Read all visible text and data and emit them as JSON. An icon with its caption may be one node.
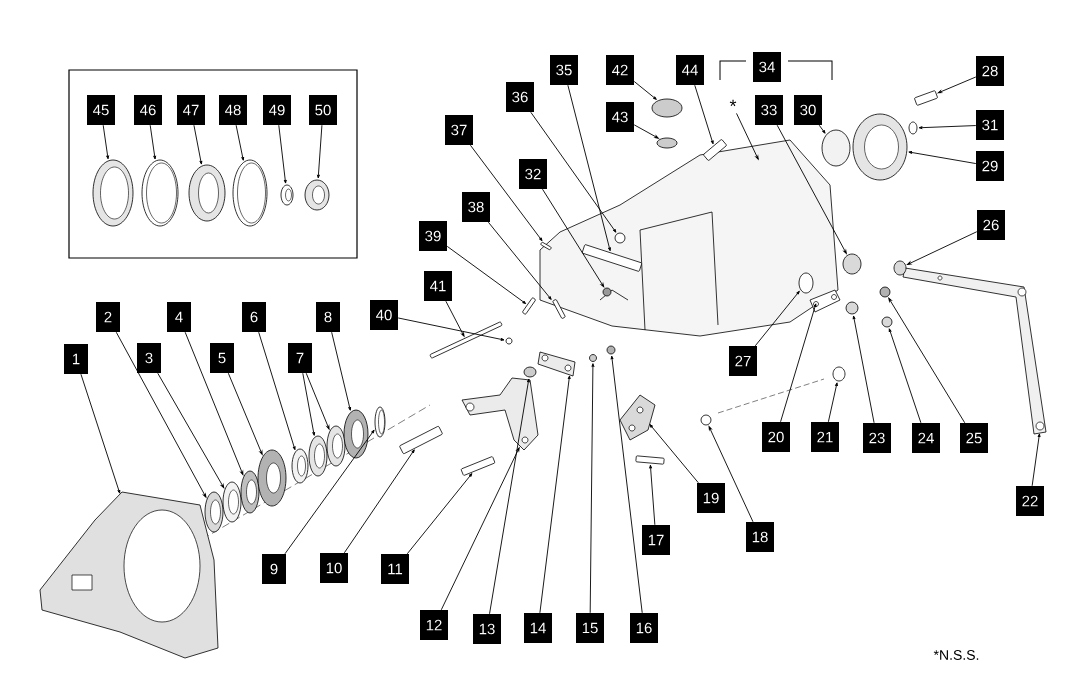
{
  "diagram": {
    "nodes": [
      {
        "text": [],
        "shape": "box"
      },
      {
        "text": [
          "45"
        ],
        "in": 0
      },
      {
        "text": [
          "46"
        ],
        "in": 0
      },
      {
        "text": [
          "47"
        ],
        "in": 0
      },
      {
        "text": [
          "48"
        ],
        "in": 0
      },
      {
        "text": [
          "49"
        ],
        "in": 0
      },
      {
        "text": [
          "50"
        ],
        "in": 0
      },
      {
        "text": [
          "1"
        ]
      },
      {
        "text": [
          "2"
        ]
      },
      {
        "text": [
          "3"
        ]
      },
      {
        "text": [
          "4"
        ]
      },
      {
        "text": [
          "5"
        ]
      },
      {
        "text": [
          "6"
        ]
      },
      {
        "text": [
          "7"
        ]
      },
      {
        "text": [
          "8"
        ]
      },
      {
        "text": [
          "9"
        ]
      },
      {
        "text": [
          "10"
        ]
      },
      {
        "text": [
          "11"
        ]
      },
      {
        "text": [
          "12"
        ]
      },
      {
        "text": [
          "13"
        ]
      },
      {
        "text": [
          "14"
        ]
      },
      {
        "text": [
          "15"
        ]
      },
      {
        "text": [
          "16"
        ]
      },
      {
        "text": [
          "17"
        ]
      },
      {
        "text": [
          "18"
        ]
      },
      {
        "text": [
          "19"
        ]
      },
      {
        "text": [
          "20"
        ]
      },
      {
        "text": [
          "21"
        ]
      },
      {
        "text": [
          "22"
        ]
      },
      {
        "text": [
          "23"
        ]
      },
      {
        "text": [
          "24"
        ]
      },
      {
        "text": [
          "25"
        ]
      },
      {
        "text": [
          "26"
        ]
      },
      {
        "text": [
          "27"
        ]
      },
      {
        "text": [
          "28"
        ]
      },
      {
        "text": [
          "29"
        ]
      },
      {
        "text": [
          "30"
        ]
      },
      {
        "text": [
          "31"
        ]
      },
      {
        "text": [
          "32"
        ]
      },
      {
        "text": [
          "33"
        ]
      },
      {
        "text": [
          "34"
        ]
      },
      {
        "text": [
          "35"
        ]
      },
      {
        "text": [
          "36"
        ]
      },
      {
        "text": [
          "37"
        ]
      },
      {
        "text": [
          "38"
        ]
      },
      {
        "text": [
          "39"
        ]
      },
      {
        "text": [
          "40"
        ]
      },
      {
        "text": [
          "41"
        ]
      },
      {
        "text": [
          "42"
        ]
      },
      {
        "text": [
          "43"
        ]
      },
      {
        "text": [
          "44"
        ]
      },
      {
        "text": [
          "*"
        ]
      },
      {
        "text": [],
        "shape": "picture",
        "in": 0
      },
      {
        "text": [],
        "shape": "picture",
        "in": 0
      },
      {
        "text": [],
        "shape": "picture",
        "in": 0
      },
      {
        "text": [],
        "shape": "picture",
        "in": 0
      },
      {
        "text": [],
        "shape": "picture",
        "in": 0
      },
      {
        "text": [],
        "shape": "picture",
        "in": 0
      },
      {
        "text": [],
        "shape": "picture"
      },
      {
        "text": [],
        "shape": "picture"
      },
      {
        "text": [],
        "shape": "picture"
      },
      {
        "text": [],
        "shape": "picture"
      },
      {
        "text": [],
        "shape": "picture"
      },
      {
        "text": [],
        "shape": "picture"
      },
      {
        "text": [],
        "shape": "picture"
      },
      {
        "text": [],
        "shape": "picture"
      },
      {
        "text": [],
        "shape": "picture"
      },
      {
        "text": [],
        "shape": "picture"
      },
      {
        "text": [],
        "shape": "bar"
      },
      {
        "text": [],
        "shape": "bar"
      },
      {
        "text": [],
        "shape": "picture"
      },
      {
        "text": [],
        "shape": "circle"
      },
      {
        "text": [],
        "shape": "picture"
      },
      {
        "text": [],
        "shape": "circle"
      },
      {
        "text": [],
        "shape": "circle"
      },
      {
        "text": [],
        "shape": "bar"
      },
      {
        "text": [],
        "shape": "circle"
      },
      {
        "text": [],
        "shape": "picture"
      },
      {
        "text": [],
        "shape": "picture"
      },
      {
        "text": [],
        "shape": "circle"
      },
      {
        "text": [],
        "shape": "picture"
      },
      {
        "text": [],
        "shape": "circle"
      },
      {
        "text": [],
        "shape": "circle"
      },
      {
        "text": [],
        "shape": "circle"
      },
      {
        "text": [],
        "shape": "circle"
      },
      {
        "text": [],
        "shape": "circle",
        "in": 102
      },
      {
        "text": [],
        "shape": "bar"
      },
      {
        "text": [],
        "shape": "picture"
      },
      {
        "text": [],
        "shape": "circle"
      },
      {
        "text": [],
        "shape": "circle"
      },
      {
        "text": [],
        "shape": "circle",
        "in": 102
      },
      {
        "text": [],
        "shape": "circle"
      },
      {
        "text": [],
        "shape": "bar",
        "in": 102
      },
      {
        "text": [],
        "shape": "circle",
        "in": 102
      },
      {
        "text": [],
        "shape": "bar",
        "in": 102
      },
      {
        "text": [],
        "shape": "bar"
      },
      {
        "text": [],
        "shape": "bar"
      },
      {
        "text": [],
        "shape": "circle"
      },
      {
        "text": [],
        "shape": "bar"
      },
      {
        "text": [],
        "shape": "circle"
      },
      {
        "text": [],
        "shape": "circle"
      },
      {
        "text": [],
        "shape": "bar"
      },
      {
        "text": [],
        "shape": "picture"
      }
    ],
    "edges": [
      {
        "from": 1,
        "to": 52,
        "arrow": "to"
      },
      {
        "from": 2,
        "to": 53,
        "arrow": "to"
      },
      {
        "from": 3,
        "to": 54,
        "arrow": "to"
      },
      {
        "from": 4,
        "to": 55,
        "arrow": "to"
      },
      {
        "from": 5,
        "to": 56,
        "arrow": "to"
      },
      {
        "from": 6,
        "to": 57,
        "arrow": "to"
      },
      {
        "from": 7,
        "to": 58,
        "arrow": "to"
      },
      {
        "from": 8,
        "to": 59,
        "arrow": "to"
      },
      {
        "from": 9,
        "to": 60,
        "arrow": "to"
      },
      {
        "from": 10,
        "to": 61,
        "arrow": "to"
      },
      {
        "from": 11,
        "to": 62,
        "arrow": "to"
      },
      {
        "from": 12,
        "to": 63,
        "arrow": "to"
      },
      {
        "from": 13,
        "to": 64,
        "arrow": "to"
      },
      {
        "from": 13,
        "to": 65,
        "arrow": "to"
      },
      {
        "from": 14,
        "to": 66,
        "arrow": "to"
      },
      {
        "from": 15,
        "to": 67,
        "arrow": "to"
      },
      {
        "from": 16,
        "to": 68,
        "arrow": "to"
      },
      {
        "from": 17,
        "to": 69,
        "arrow": "to"
      },
      {
        "from": 18,
        "to": 70,
        "arrow": "to"
      },
      {
        "from": 19,
        "to": 71,
        "arrow": "to"
      },
      {
        "from": 20,
        "to": 72,
        "arrow": "to"
      },
      {
        "from": 21,
        "to": 73,
        "arrow": "to"
      },
      {
        "from": 22,
        "to": 74,
        "arrow": "to"
      },
      {
        "from": 23,
        "to": 75,
        "arrow": "to"
      },
      {
        "from": 24,
        "to": 76,
        "arrow": "to"
      },
      {
        "from": 25,
        "to": 77,
        "arrow": "to"
      },
      {
        "from": 26,
        "to": 78,
        "arrow": "to"
      },
      {
        "from": 27,
        "to": 79,
        "arrow": "to"
      },
      {
        "from": 28,
        "to": 80,
        "arrow": "to"
      },
      {
        "from": 29,
        "to": 81,
        "arrow": "to"
      },
      {
        "from": 30,
        "to": 82,
        "arrow": "to"
      },
      {
        "from": 31,
        "to": 83,
        "arrow": "to"
      },
      {
        "from": 32,
        "to": 84,
        "arrow": "to"
      },
      {
        "from": 33,
        "to": 85,
        "arrow": "to"
      },
      {
        "from": 34,
        "to": 86,
        "arrow": "to"
      },
      {
        "from": 35,
        "to": 87,
        "arrow": "to"
      },
      {
        "from": 36,
        "to": 88,
        "arrow": "to"
      },
      {
        "from": 37,
        "to": 89,
        "arrow": "to"
      },
      {
        "from": 38,
        "to": 90,
        "arrow": "to"
      },
      {
        "from": 39,
        "to": 91,
        "arrow": "to"
      },
      {
        "from": 41,
        "to": 92,
        "arrow": "to"
      },
      {
        "from": 42,
        "to": 93,
        "arrow": "to"
      },
      {
        "from": 43,
        "to": 94,
        "arrow": "to"
      },
      {
        "from": 44,
        "to": 95,
        "arrow": "to"
      },
      {
        "from": 45,
        "to": 96,
        "arrow": "to"
      },
      {
        "from": 46,
        "to": 97,
        "arrow": "to"
      },
      {
        "from": 47,
        "to": 98,
        "arrow": "to"
      },
      {
        "from": 48,
        "to": 99,
        "arrow": "to"
      },
      {
        "from": 49,
        "to": 100,
        "arrow": "to"
      },
      {
        "from": 50,
        "to": 101,
        "arrow": "to"
      },
      {
        "from": 51,
        "to": 102,
        "arrow": "to"
      }
    ],
    "labels": [
      "*N.S.S."
    ]
  }
}
